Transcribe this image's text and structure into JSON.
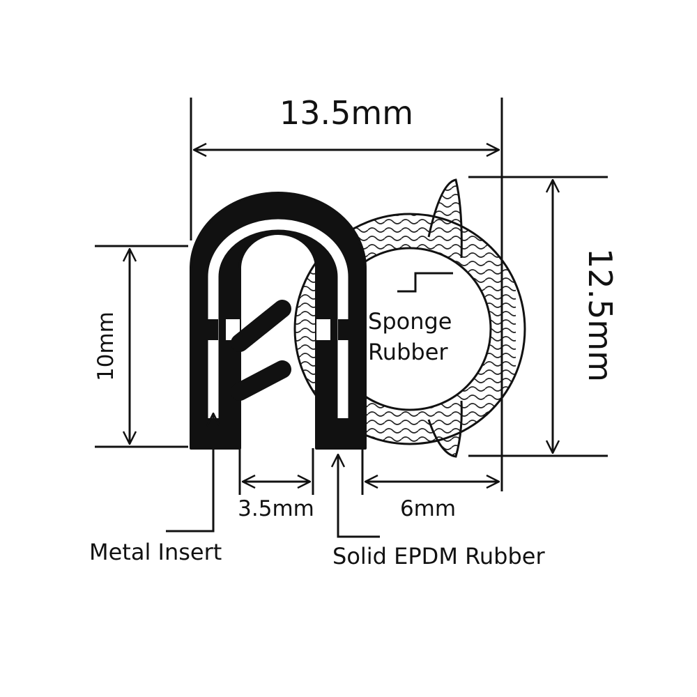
{
  "dimensions": {
    "total_width": "13.5mm",
    "total_height": "12.5mm",
    "clip_height": "10mm",
    "gap_width": "3.5mm",
    "bulb_width": "6mm"
  },
  "labels": {
    "sponge_line1": "Sponge",
    "sponge_line2": "Rubber",
    "metal_insert": "Metal Insert",
    "solid_rubber": "Solid EPDM Rubber"
  },
  "colors": {
    "ink": "#111111",
    "background": "#ffffff"
  }
}
